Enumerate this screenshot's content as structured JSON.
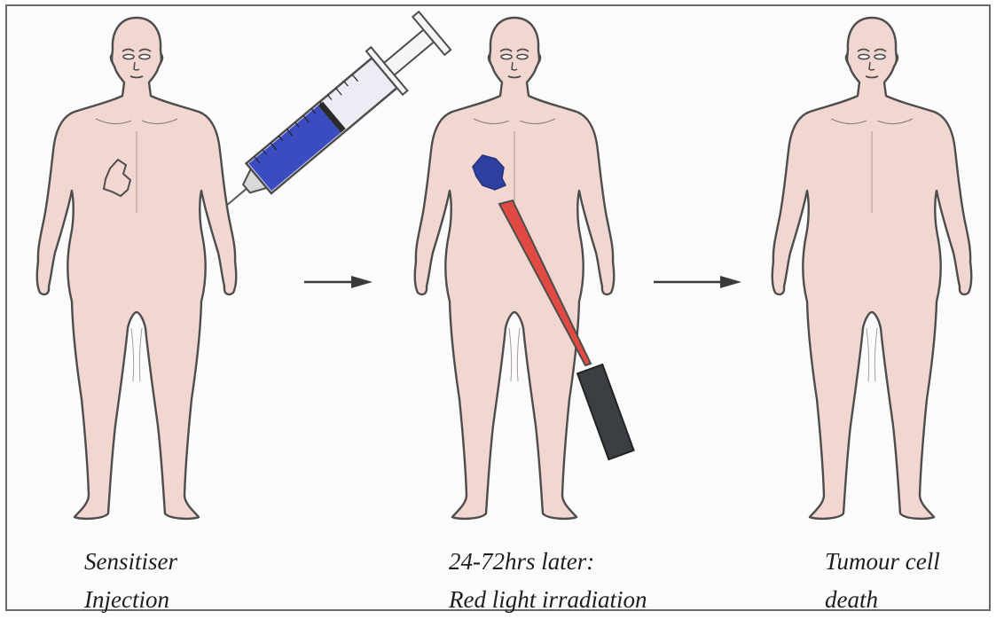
{
  "colors": {
    "skin": "#f2d6d0",
    "outline": "#4d4d4d",
    "sensitiser": "#2e3fa0",
    "syringe_fluid": "#3a4cc0",
    "laser_beam": "#e04a43",
    "laser_device": "#3b3f44",
    "arrow": "#3a3a3a"
  },
  "figure": {
    "stages": [
      {
        "caption": [
          "Sensitiser",
          "Injection"
        ],
        "tumour_state": "untreated-outline",
        "instrument": "syringe-icon"
      },
      {
        "caption": [
          "24-72hrs later:",
          "Red light irradiation"
        ],
        "tumour_state": "sensitised-blue",
        "instrument": "laser-icon"
      },
      {
        "caption": [
          "Tumour cell",
          "death"
        ],
        "tumour_state": "removed",
        "instrument": "none"
      }
    ]
  }
}
